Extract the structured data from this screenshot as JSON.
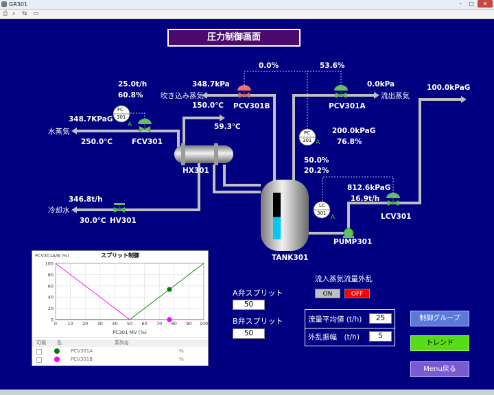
{
  "window": {
    "title": "GR301",
    "min": "–",
    "max": "□",
    "close": "✕"
  },
  "toolbar": {
    "icons": [
      "print-icon",
      "search-icon",
      "back-forward-icon",
      "window-icon"
    ]
  },
  "header": {
    "title": "圧力制御画面"
  },
  "process": {
    "fcv301_flow": "25.0t/h",
    "fcv301_mv": "60.8%",
    "steam_in_pressure": "348.7KPaG",
    "steam_in_label": "水蒸気",
    "steam_in_temp": "250.0℃",
    "fcv301_label": "FCV301",
    "fc_label": "FC",
    "fc_tag": "301",
    "fc_mode": "A",
    "blowin_pressure": "348.7kPa",
    "blowin_label": "吹き込み蒸気",
    "blowin_temp": "150.0℃",
    "pcv301b_label": "PCV301B",
    "pcv301b_mv": "0.0%",
    "pcv301a_mv": "53.6%",
    "pcv301a_label": "PCV301A",
    "outlet_pressure": "0.0kPa",
    "outlet_label": "流出蒸気",
    "header_pressure": "100.0kPaG",
    "hx_out_temp": "59.3℃",
    "hx301_label": "HX301",
    "pc_label": "PC",
    "pc_tag": "301",
    "pc_mode": "A",
    "tank_pressure": "200.0kPaG",
    "pc_mv": "76.8%",
    "lc_sv": "50.0%",
    "lc_pv": "20.2%",
    "lc_label": "LC",
    "lc_tag": "301",
    "lc_mode": "A",
    "pump_pressure": "812.6kPaG",
    "lcv_flow": "16.9t/h",
    "lcv301_label": "LCV301",
    "pump301_label": "PUMP301",
    "tank301_label": "TANK301",
    "cooling_flow": "346.8t/h",
    "cooling_label": "冷却水",
    "cooling_temp": "30.0℃",
    "hv301_label": "HV301",
    "tank_level": 0.48,
    "colors": {
      "pipe": "#c8c8c8",
      "valve_green": "#60c060",
      "valve_red": "#f07070",
      "tank_liquid": "#00c8f0"
    }
  },
  "split_control": {
    "a_label": "A弁スプリット",
    "a_value": "50",
    "b_label": "B弁スプリット",
    "b_value": "50"
  },
  "disturbance": {
    "title": "流入蒸気流量外乱",
    "on_label": "ON",
    "off_label": "OFF",
    "avg_label": "流量平均値 (t/h)",
    "avg_value": "25",
    "amp_label": "外乱振幅　(t/h)",
    "amp_value": "5"
  },
  "nav": {
    "control_group": "制御グループ",
    "trend": "トレンド",
    "menu_back": "Menu戻る"
  },
  "chart_legend": {
    "headers": [
      "可視",
      "色",
      "系列名"
    ],
    "rows": [
      {
        "name": "PCV301A",
        "unit": "%",
        "color": "#008000"
      },
      {
        "name": "PCV301B",
        "unit": "%",
        "color": "#ff00ff"
      }
    ]
  },
  "chart_data": {
    "type": "line",
    "title": "スプリット制御",
    "xlabel": "PC301 MV (%)",
    "ylabel": "PCV301A/B (%)",
    "xlim": [
      0,
      100
    ],
    "ylim": [
      0,
      100
    ],
    "xticks": [
      0,
      10,
      20,
      30,
      40,
      50,
      60,
      70,
      80,
      90,
      100
    ],
    "yticks": [
      0,
      20,
      40,
      60,
      80,
      100
    ],
    "grid": true,
    "series": [
      {
        "name": "PCV301A",
        "color": "#008000",
        "x": [
          0,
          50,
          100
        ],
        "y": [
          0,
          0,
          100
        ],
        "marker": {
          "x": 76.8,
          "y": 53.6
        }
      },
      {
        "name": "PCV301B",
        "color": "#ff00ff",
        "x": [
          0,
          50,
          100
        ],
        "y": [
          100,
          0,
          0
        ],
        "marker": {
          "x": 76.8,
          "y": 0
        }
      }
    ]
  }
}
